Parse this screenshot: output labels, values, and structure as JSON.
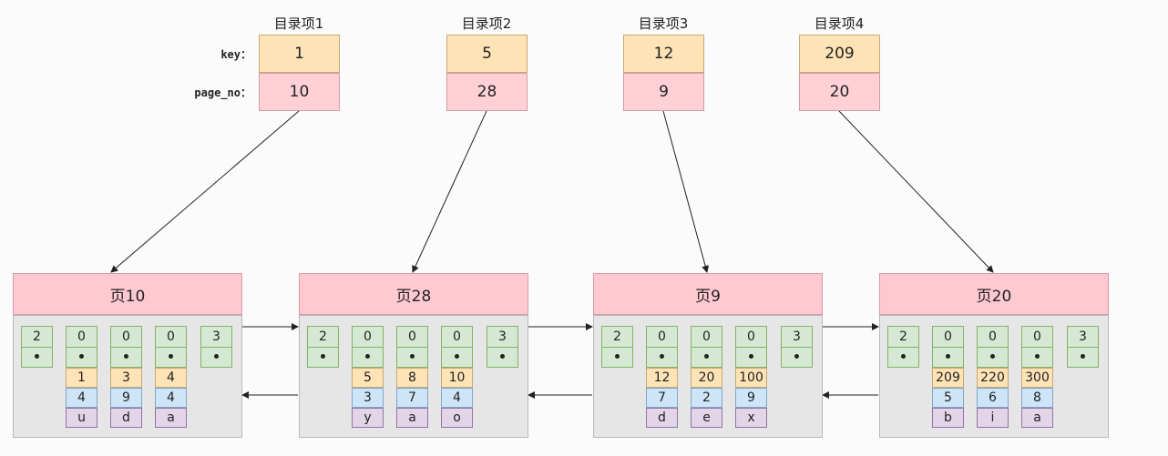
{
  "directory": {
    "row_labels": {
      "key": "key：",
      "page_no": "page_no："
    },
    "entries": [
      {
        "title": "目录项1",
        "key": "1",
        "page_no": "10"
      },
      {
        "title": "目录项2",
        "key": "5",
        "page_no": "28"
      },
      {
        "title": "目录项3",
        "key": "12",
        "page_no": "9"
      },
      {
        "title": "目录项4",
        "key": "209",
        "page_no": "20"
      }
    ]
  },
  "pages": [
    {
      "title": "页10",
      "header_values": [
        "2",
        "0",
        "0",
        "0",
        "3"
      ],
      "records": [
        {
          "f1": "1",
          "f2": "4",
          "f3": "u"
        },
        {
          "f1": "3",
          "f2": "9",
          "f3": "d"
        },
        {
          "f1": "4",
          "f2": "4",
          "f3": "a"
        }
      ]
    },
    {
      "title": "页28",
      "header_values": [
        "2",
        "0",
        "0",
        "0",
        "3"
      ],
      "records": [
        {
          "f1": "5",
          "f2": "3",
          "f3": "y"
        },
        {
          "f1": "8",
          "f2": "7",
          "f3": "a"
        },
        {
          "f1": "10",
          "f2": "4",
          "f3": "o"
        }
      ]
    },
    {
      "title": "页9",
      "header_values": [
        "2",
        "0",
        "0",
        "0",
        "3"
      ],
      "records": [
        {
          "f1": "12",
          "f2": "7",
          "f3": "d"
        },
        {
          "f1": "20",
          "f2": "2",
          "f3": "e"
        },
        {
          "f1": "100",
          "f2": "9",
          "f3": "x"
        }
      ]
    },
    {
      "title": "页20",
      "header_values": [
        "2",
        "0",
        "0",
        "0",
        "3"
      ],
      "records": [
        {
          "f1": "209",
          "f2": "5",
          "f3": "b"
        },
        {
          "f1": "220",
          "f2": "6",
          "f3": "i"
        },
        {
          "f1": "300",
          "f2": "8",
          "f3": "a"
        }
      ]
    }
  ],
  "colors": {
    "key_fill": "#fde3b6",
    "page_no_fill": "#ffd1d7",
    "page_header_fill": "#ffc9d1",
    "page_body_fill": "#e6e6e6",
    "record_header_fill": "#d5e8d4",
    "field1_fill": "#fde3b6",
    "field2_fill": "#cde5f7",
    "field3_fill": "#e1d5e7"
  }
}
